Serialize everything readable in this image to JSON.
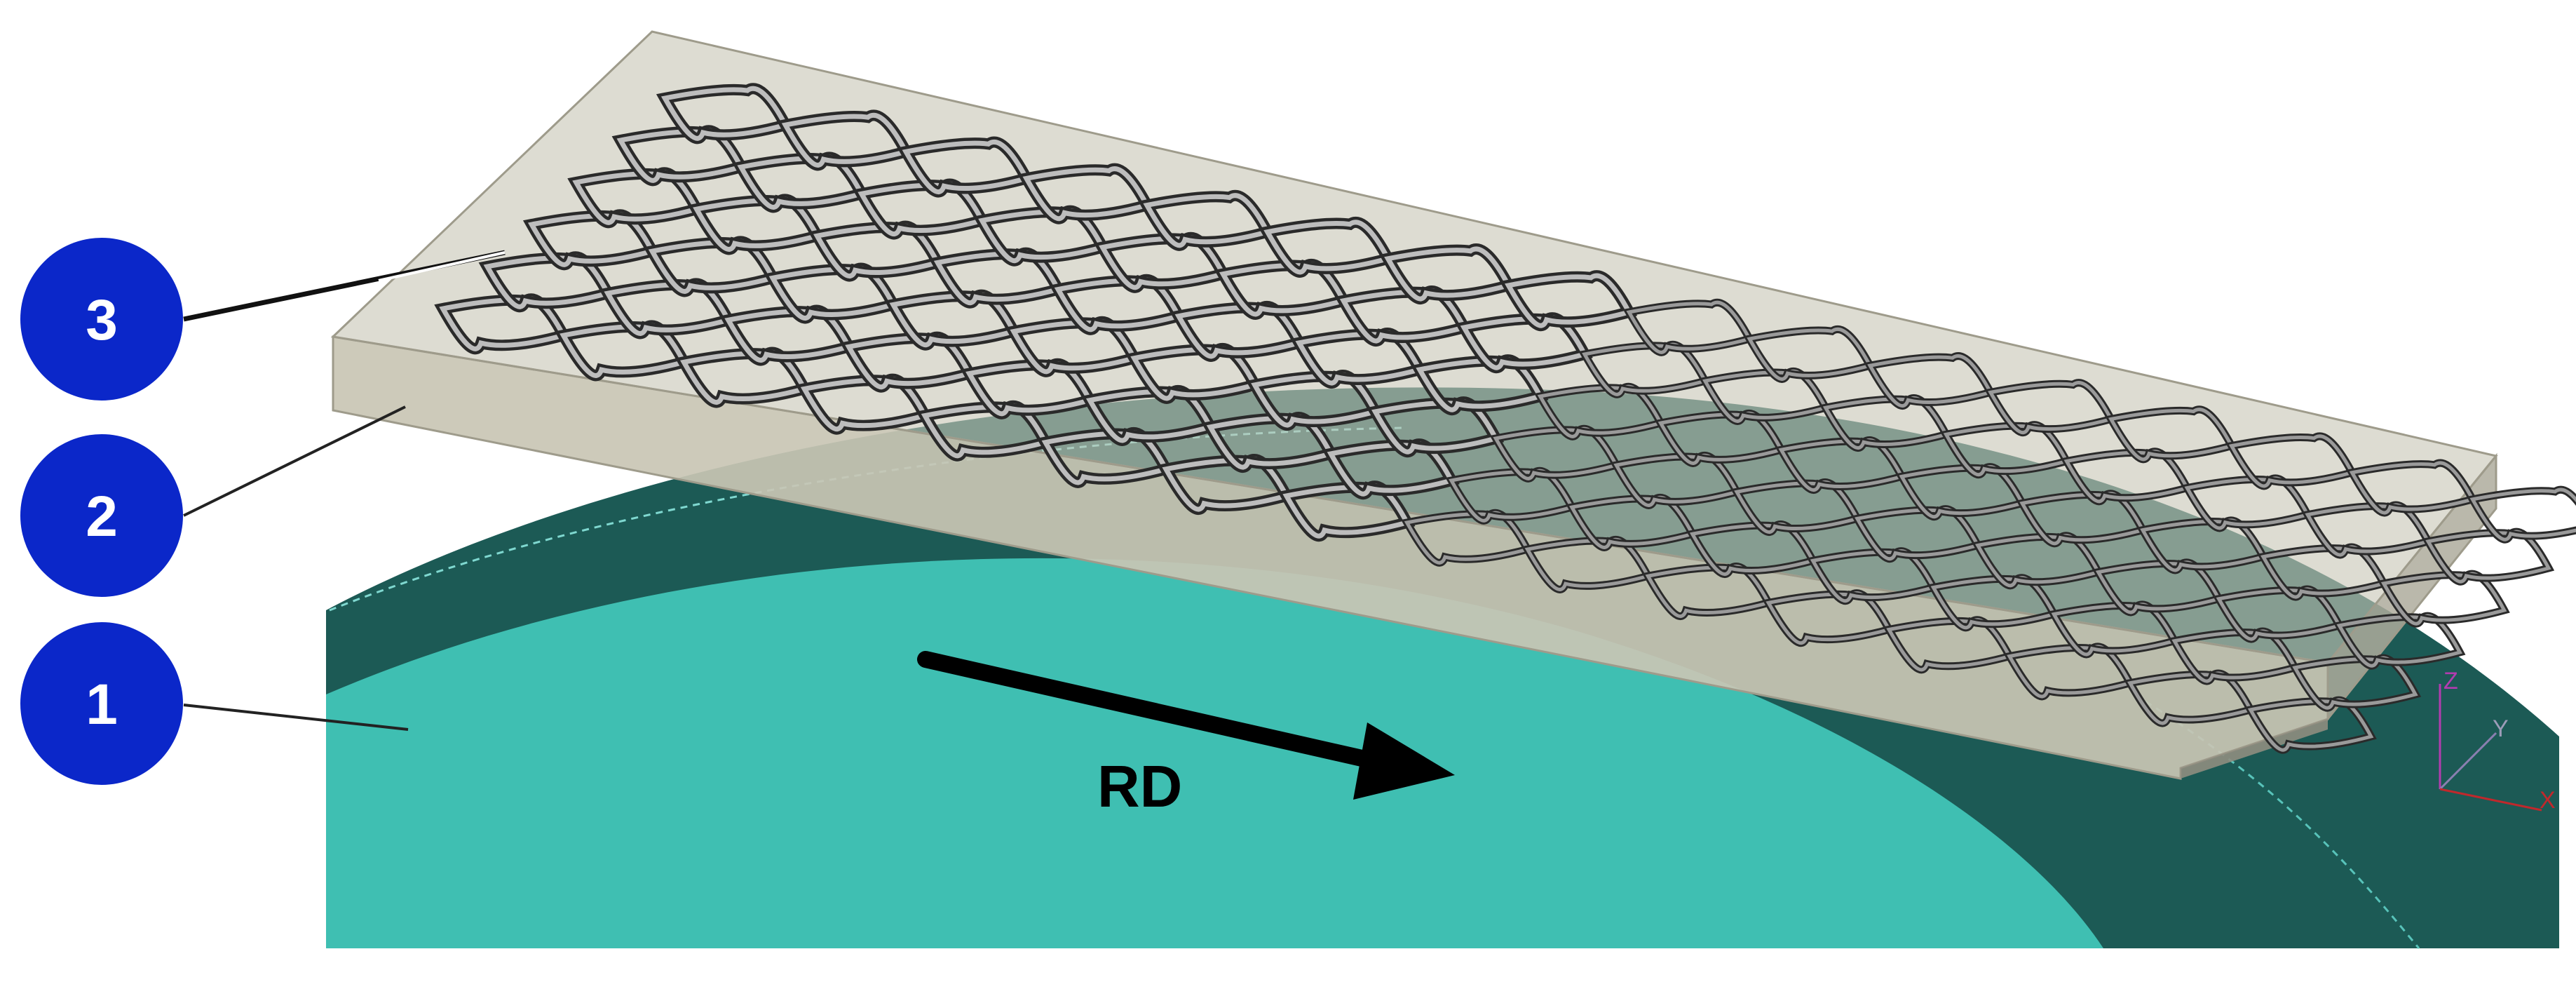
{
  "callouts": [
    {
      "label": "1",
      "part": "roll"
    },
    {
      "label": "2",
      "part": "sheet"
    },
    {
      "label": "3",
      "part": "lattice"
    }
  ],
  "direction_label": "RD",
  "triad": {
    "z": "Z",
    "y": "Y",
    "x": "X"
  },
  "colors": {
    "roll_light": "#3fbfb2",
    "roll_dark": "#1c5a55",
    "sheet": "#c9c6b4",
    "lattice": "#555555",
    "callout_fill": "#0b27c9"
  }
}
